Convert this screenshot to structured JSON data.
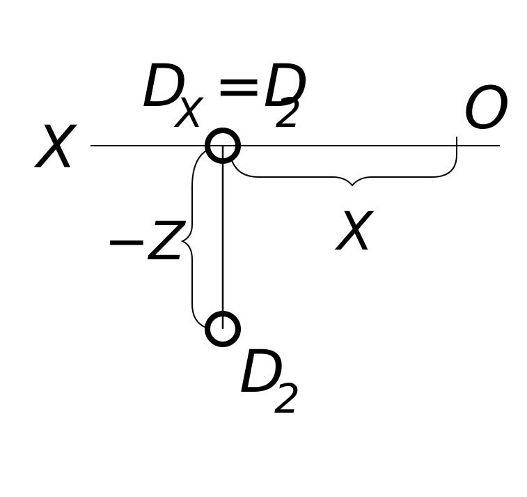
{
  "labels": {
    "axis_name": "X",
    "origin": "O",
    "top_point_main": "D",
    "top_point_sub": "X",
    "top_point_equals": "=D",
    "top_point_equals_sub": "2",
    "x_dimension": "X",
    "z_dimension": "−Z",
    "bottom_point_main": "D",
    "bottom_point_sub": "2"
  },
  "colors": {
    "ink": "#000000",
    "background": "#ffffff"
  }
}
